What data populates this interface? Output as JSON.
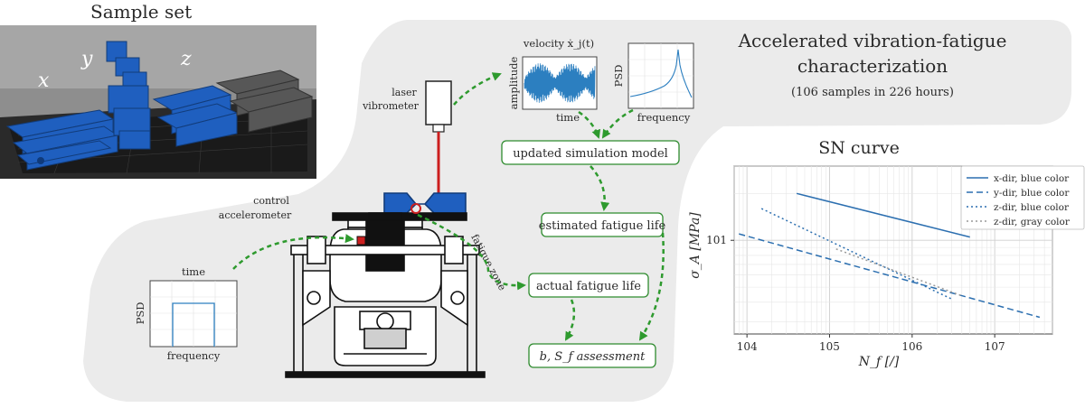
{
  "sample_set": {
    "title": "Sample set",
    "labels": [
      "x",
      "y",
      "z"
    ]
  },
  "main": {
    "title_line1": "Accelerated vibration-fatigue",
    "title_line2": "characterization",
    "subtitle": "(106 samples in 226 hours)"
  },
  "labels": {
    "laser_line1": "laser",
    "laser_line2": "vibrometer",
    "control_line1": "control",
    "control_line2": "accelerometer",
    "fatigue_zone": "fatigue zone"
  },
  "velocity_plot": {
    "title": "velocity ẋ_j(t)",
    "ylabel": "amplitude",
    "xlabel": "time"
  },
  "psd_plot_top": {
    "ylabel": "PSD",
    "xlabel": "frequency"
  },
  "psd_plot_bottom": {
    "title": "time",
    "ylabel": "PSD",
    "xlabel": "frequency"
  },
  "flow": {
    "updated_model": "updated simulation model",
    "estimated_life": "estimated fatigue life",
    "actual_life": "actual fatigue life",
    "assessment": "b, S_f assessment"
  },
  "colors": {
    "arrow": "#2e9a2e",
    "sample_blue": "#1f5fbf",
    "sample_gray": "#555555",
    "laser_beam": "#cc1f1f",
    "panel_bg": "#ebebeb",
    "series_blue": "#2c6fb0"
  },
  "chart_data": {
    "type": "line",
    "title": "SN curve",
    "xlabel": "N_f [/]",
    "ylabel": "σ_A [MPa]",
    "xscale": "log",
    "yscale": "log",
    "xlim": [
      7000,
      50000000
    ],
    "ylim": [
      2.5,
      30
    ],
    "xticks": [
      "10^4",
      "10^5",
      "10^6",
      "10^7"
    ],
    "yticks": [
      "10^1"
    ],
    "grid": true,
    "legend_position": "top-right",
    "series": [
      {
        "name": "x-dir, blue color",
        "style": "solid",
        "color": "#2c6fb0",
        "points": [
          [
            40000,
            20.0
          ],
          [
            5000000,
            10.5
          ]
        ]
      },
      {
        "name": "y-dir, blue color",
        "style": "dashed",
        "color": "#2c6fb0",
        "points": [
          [
            8000,
            11.0
          ],
          [
            35000000,
            3.2
          ]
        ]
      },
      {
        "name": "z-dir, blue color",
        "style": "dotted",
        "color": "#2c6fb0",
        "points": [
          [
            15000,
            16.0
          ],
          [
            3000000,
            4.2
          ]
        ]
      },
      {
        "name": "z-dir, gray color",
        "style": "dotted",
        "color": "#9a9a9a",
        "points": [
          [
            120000,
            8.8
          ],
          [
            4000000,
            4.4
          ]
        ]
      }
    ]
  }
}
